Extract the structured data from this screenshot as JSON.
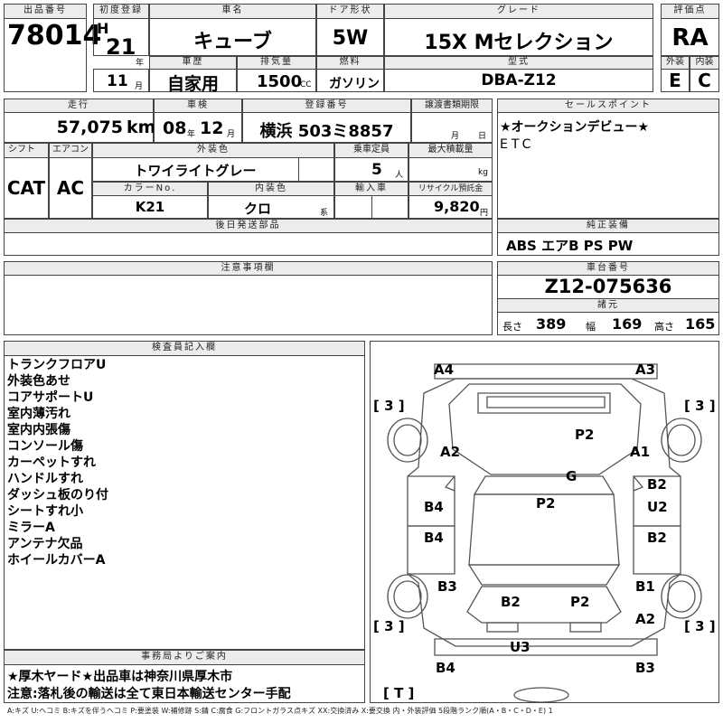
{
  "listing": {
    "lot_label": "出品番号",
    "lot_number": "78014",
    "first_reg_label": "初度登録",
    "era_prefix": "H",
    "first_reg_year": "21",
    "year_unit": "年",
    "first_reg_month": "11",
    "month_unit": "月",
    "car_name_label": "車名",
    "car_name": "キューブ",
    "history_label": "車歴",
    "history": "自家用",
    "door_label": "ドア形状",
    "door": "5W",
    "displacement_label": "排気量",
    "displacement": "1500",
    "displacement_unit": "CC",
    "fuel_label": "燃料",
    "fuel": "ガソリン",
    "grade_label": "グレード",
    "grade": "15X Mセレクション",
    "model_label": "型式",
    "model_code": "DBA-Z12",
    "score_label": "評価点",
    "score": "RA",
    "ext_label": "外装",
    "ext_score": "E",
    "int_label": "内装",
    "int_score": "C"
  },
  "row2": {
    "mileage_label": "走行",
    "mileage": "57,075",
    "mileage_unit": "km",
    "inspection_label": "車検",
    "inspection_year": "08",
    "inspection_month": "12",
    "year_unit": "年",
    "month_unit": "月",
    "plate_label": "登録番号",
    "plate": "横浜 503ミ8857",
    "transfer_label": "譲渡書類期限",
    "month_unit2": "月",
    "day_unit": "日",
    "shift_label": "シフト",
    "shift": "CAT",
    "ac_label": "エアコン",
    "ac": "AC",
    "color_label": "外装色",
    "color": "トワイライトグレー",
    "capacity_label": "乗車定員",
    "capacity": "5",
    "capacity_unit": "人",
    "load_label": "最大積載量",
    "load_unit": "kg",
    "color_no_label": "カラーNo.",
    "color_no": "K21",
    "int_color_label": "内装色",
    "int_color": "クロ",
    "int_color_suffix": "系",
    "import_label": "輸入車",
    "recycle_label": "リサイクル預託金",
    "recycle": "9,820",
    "recycle_unit": "円",
    "later_parts_label": "後日発送部品",
    "notes_label": "注意事項欄"
  },
  "sales": {
    "label": "セールスポイント",
    "line1": "★オークションデビュー★",
    "line2": "ETC",
    "equipment_label": "純正装備",
    "equipment": "ABS エアB PS PW",
    "frame_label": "車台番号",
    "frame": "Z12-075636",
    "spec_label": "諸元",
    "length_label": "長さ",
    "length": "389",
    "width_label": "幅",
    "width": "169",
    "height_label": "高さ",
    "height": "165"
  },
  "inspector": {
    "label": "検査員記入欄",
    "items": [
      "トランクフロアU",
      "外装色あせ",
      "コアサポートU",
      "室内薄汚れ",
      "室内内張傷",
      "コンソール傷",
      "カーペットすれ",
      "ハンドルすれ",
      "ダッシュ板のり付",
      "シートすれ小",
      "ミラーA",
      "アンテナ欠品",
      "ホイールカバーA"
    ]
  },
  "office": {
    "label": "事務局よりご案内",
    "line1": "★厚木ヤード★出品車は神奈川県厚木市",
    "line2": "注意:落札後の輸送は全て東日本輸送センター手配"
  },
  "diagram": {
    "tire_marks": [
      "[ 3 ]",
      "[ 3 ]",
      "[ 3 ]",
      "[ 3 ]",
      "[ T ]"
    ],
    "marks": {
      "a4": "A4",
      "a3_top": "A3",
      "p2_hood": "P2",
      "a2_left": "A2",
      "a1": "A1",
      "g": "G",
      "b2_rdoor1": "B2",
      "u2": "U2",
      "p2_roof": "P2",
      "b4_ldoor1": "B4",
      "b4_ldoor2": "B4",
      "b2_rdoor2": "B2",
      "b3_left": "B3",
      "b1": "B1",
      "b2_rear": "B2",
      "p2_rear": "P2",
      "a2_right": "A2",
      "u3": "U3",
      "b4_bottom": "B4",
      "b3_bottom": "B3"
    }
  },
  "legend": "A:キズ U:ヘコミ B:キズを伴うヘコミ P:要塗装 W:補修跡 S:錆 C:腐食 G:フロントガラス点キズ XX:交換済み X:要交換 内・外装評価 5段階ランク順(A・B・C・D・E) 1"
}
